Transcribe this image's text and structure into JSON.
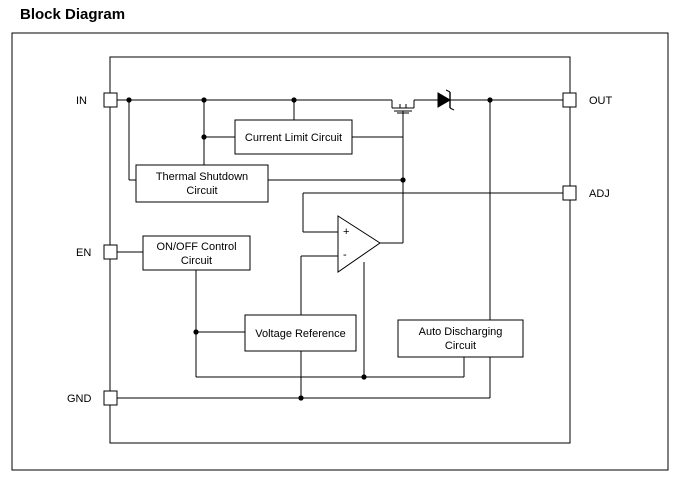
{
  "title": "Block Diagram",
  "pins": {
    "in": "IN",
    "out": "OUT",
    "adj": "ADJ",
    "en": "EN",
    "gnd": "GND"
  },
  "blocks": {
    "current_limit": "Current Limit Circuit",
    "thermal_shutdown": [
      "Thermal Shutdown",
      "Circuit"
    ],
    "onoff_control": [
      "ON/OFF Control",
      "Circuit"
    ],
    "voltage_reference": "Voltage Reference",
    "auto_discharging": [
      "Auto Discharging",
      "Circuit"
    ]
  },
  "opamp": {
    "plus": "+",
    "minus": "-"
  }
}
